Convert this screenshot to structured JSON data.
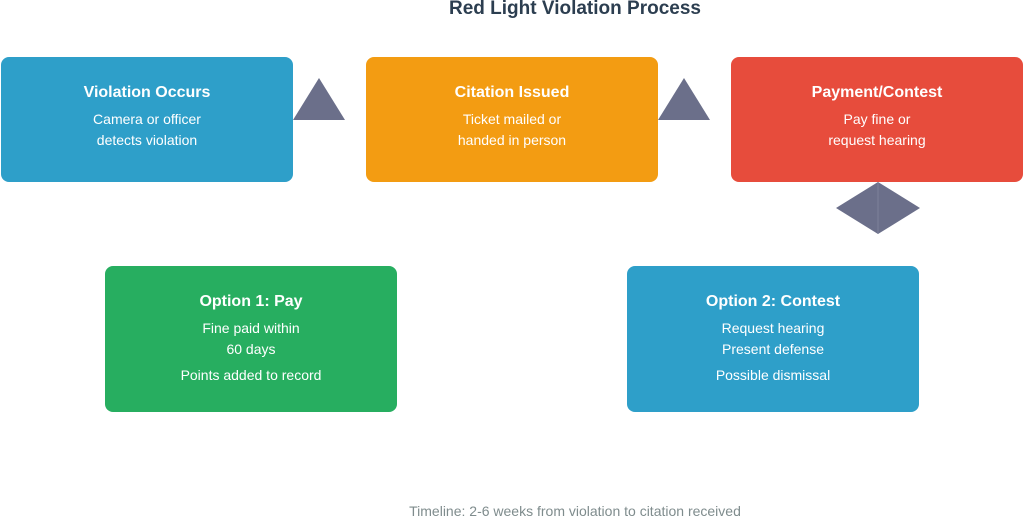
{
  "title": "Red Light Violation Process",
  "colors": {
    "violation": "#2e9fc9",
    "citation": "#f39c12",
    "payment": "#e74c3c",
    "pay": "#27ae60",
    "contest": "#2e9fc9",
    "connector": "#6b6f8a",
    "title_text": "#2c3e50",
    "footnote_text": "#7f8c8d"
  },
  "steps": [
    {
      "heading": "Violation Occurs",
      "lines": [
        "Camera or officer",
        "detects violation"
      ]
    },
    {
      "heading": "Citation Issued",
      "lines": [
        "Ticket mailed or",
        "handed in person"
      ]
    },
    {
      "heading": "Payment/Contest",
      "lines": [
        "Pay fine or",
        "request hearing"
      ]
    }
  ],
  "options": [
    {
      "heading": "Option 1: Pay",
      "lines": [
        "Fine paid within",
        "60 days",
        "Points added to record"
      ]
    },
    {
      "heading": "Option 2: Contest",
      "lines": [
        "Request hearing",
        "Present defense",
        "Possible dismissal"
      ]
    }
  ],
  "footnote": "Timeline: 2-6 weeks from violation to citation received"
}
